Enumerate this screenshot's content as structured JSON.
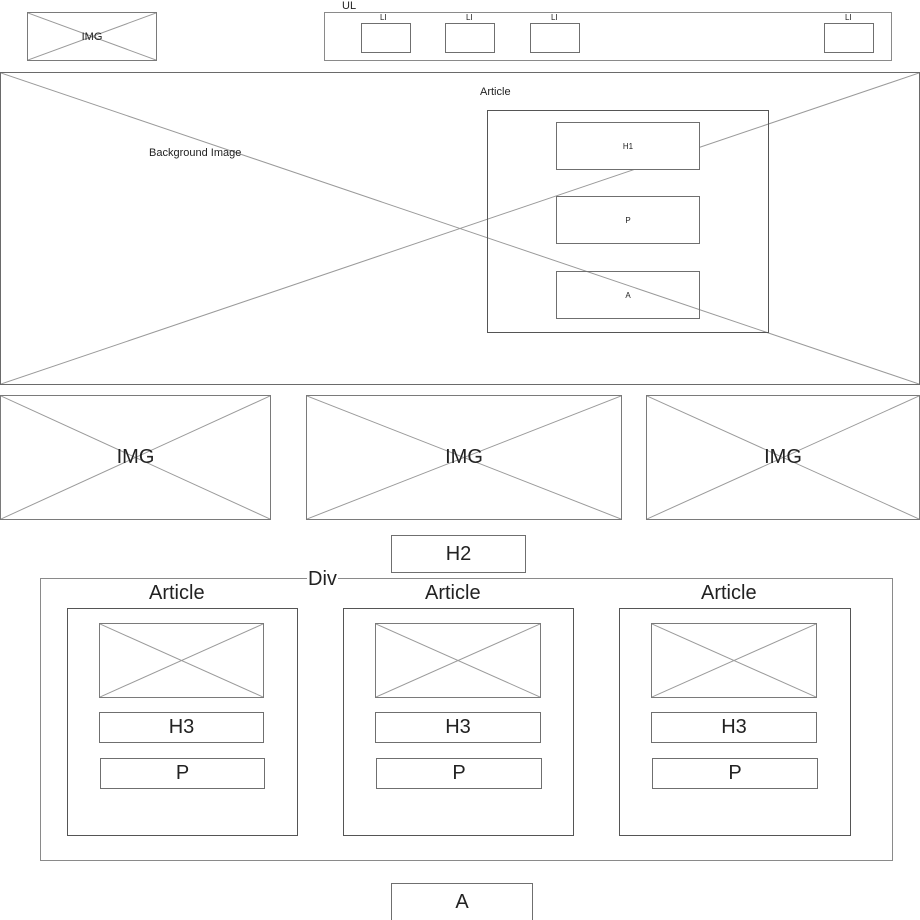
{
  "header": {
    "logo_label": "IMG",
    "nav_label": "UL",
    "nav_items": [
      "LI",
      "LI",
      "LI",
      "LI"
    ]
  },
  "hero": {
    "background_label": "Background Image",
    "article_label": "Article",
    "h1_label": "H1",
    "p_label": "P",
    "a_label": "A"
  },
  "gallery": {
    "images": [
      "IMG",
      "IMG",
      "IMG"
    ]
  },
  "section": {
    "h2_label": "H2",
    "div_label": "Div",
    "articles": [
      {
        "label": "Article",
        "h3": "H3",
        "p": "P"
      },
      {
        "label": "Article",
        "h3": "H3",
        "p": "P"
      },
      {
        "label": "Article",
        "h3": "H3",
        "p": "P"
      }
    ]
  },
  "footer": {
    "a_label": "A"
  }
}
